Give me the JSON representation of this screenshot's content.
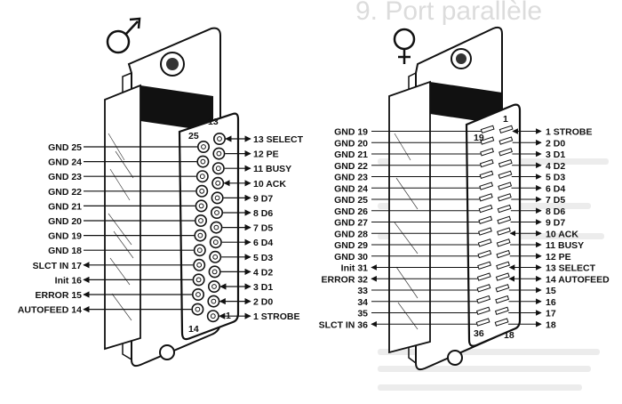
{
  "background_title": "9. Port parallèle",
  "male": {
    "symbol": "♂",
    "pin_tag_top": "13",
    "pin_tag_25": "25",
    "pin_tag_1": "1",
    "pin_tag_14": "14",
    "right_labels": [
      "13 SELECT",
      "12 PE",
      "11 BUSY",
      "10 ACK",
      "9 D7",
      "8 D6",
      "7 D5",
      "6 D4",
      "5 D3",
      "4 D2",
      "3 D1",
      "2 D0",
      "1 STROBE"
    ],
    "left_labels": [
      "GND 25",
      "GND 24",
      "GND 23",
      "GND 22",
      "GND 21",
      "GND 20",
      "GND 19",
      "GND 18",
      "SLCT IN 17",
      "Init 16",
      "ERROR 15",
      "AUTOFEED 14"
    ]
  },
  "female": {
    "symbol": "♀",
    "pin_tag_1": "1",
    "pin_tag_19": "19",
    "pin_tag_36": "36",
    "pin_tag_18": "18",
    "left_labels": [
      "GND 19",
      "GND 20",
      "GND 21",
      "GND 22",
      "GND 23",
      "GND 24",
      "GND 25",
      "GND 26",
      "GND 27",
      "GND 28",
      "GND 29",
      "GND 30",
      "Init 31",
      "ERROR 32",
      "33",
      "34",
      "35",
      "SLCT IN 36"
    ],
    "right_labels": [
      "1 STROBE",
      "2 D0",
      "3 D1",
      "4 D2",
      "5 D3",
      "6 D4",
      "7 D5",
      "8 D6",
      "9 D7",
      "10 ACK",
      "11 BUSY",
      "12 PE",
      "13 SELECT",
      "14 AUTOFEED",
      "15",
      "16",
      "17",
      "18"
    ]
  }
}
